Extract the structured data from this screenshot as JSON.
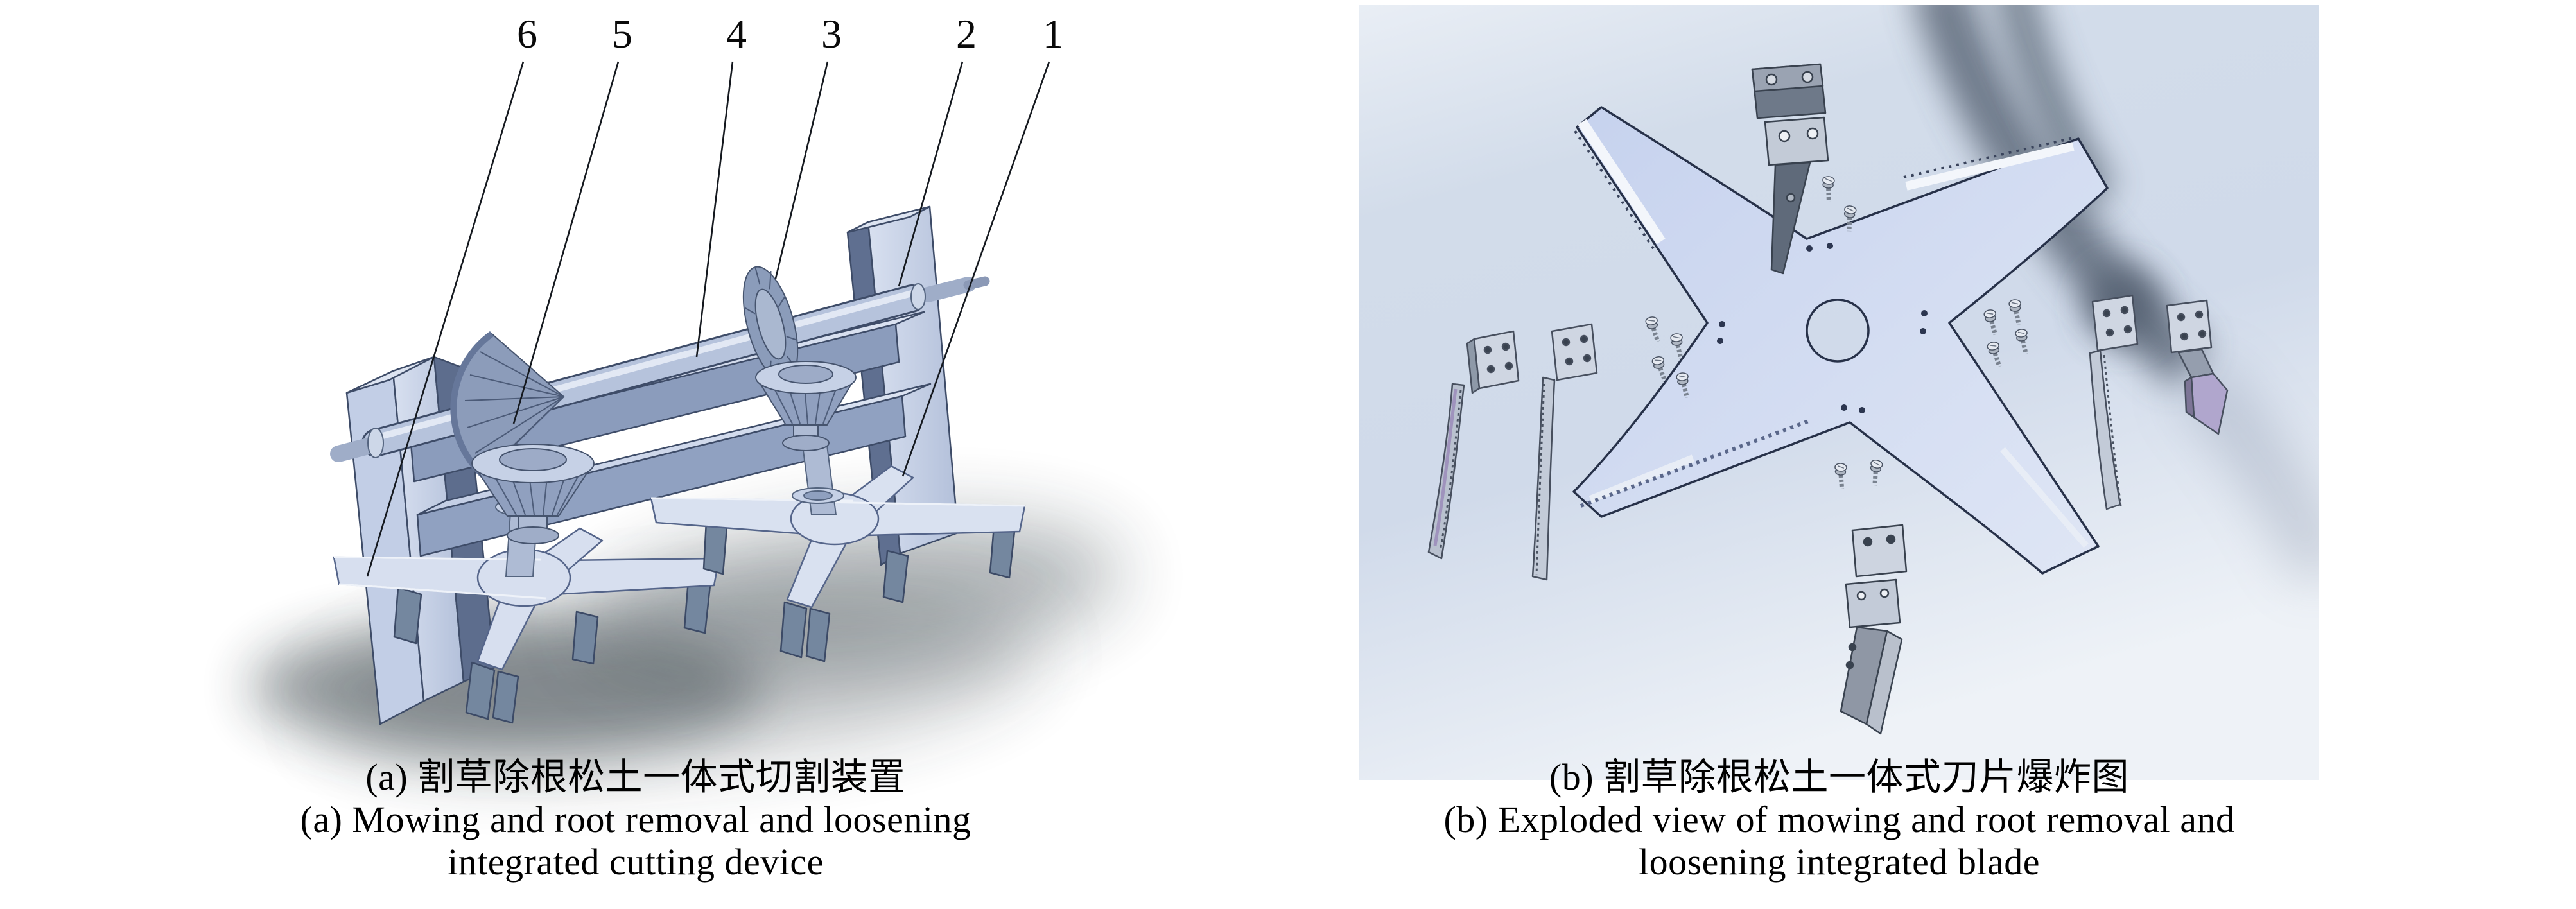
{
  "figure": {
    "panel_a": {
      "part_labels": [
        "6",
        "5",
        "4",
        "3",
        "2",
        "1"
      ],
      "caption_zh": "(a) 割草除根松土一体式切割装置",
      "caption_en_line1": "(a) Mowing and root removal and loosening",
      "caption_en_line2": "integrated cutting device"
    },
    "panel_b": {
      "caption_zh": "(b) 割草除根松土一体式刀片爆炸图",
      "caption_en_line1": "(b) Exploded view of mowing and root removal and",
      "caption_en_line2": "loosening integrated blade"
    },
    "colors": {
      "background": "#ffffff",
      "panel_b_background": "#d6e0ee",
      "device_body_light": "#ccd7ec",
      "device_body_mid": "#8fa0c0",
      "device_body_dark": "#5d6d8d",
      "outline": "#2c3650",
      "shadow": "#37434a",
      "blade_plate": "#cdd8f0",
      "purple_accent": "#b0a6cd",
      "metal_part": "#c7ced9"
    }
  }
}
